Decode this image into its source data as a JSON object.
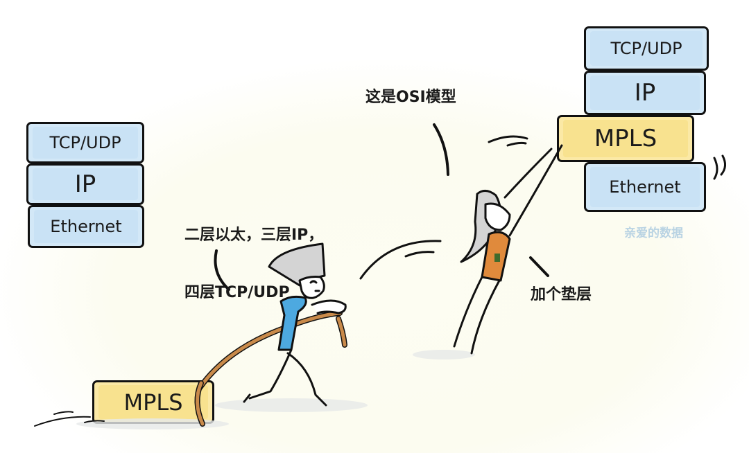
{
  "illustration": {
    "left_stack": {
      "layers": [
        {
          "label": "TCP/UDP",
          "color": "#c9e2f5"
        },
        {
          "label": "IP",
          "color": "#c9e2f5"
        },
        {
          "label": "Ethernet",
          "color": "#c9e2f5"
        }
      ]
    },
    "right_stack": {
      "layers": [
        {
          "label": "TCP/UDP",
          "color": "#c9e2f5"
        },
        {
          "label": "IP",
          "color": "#c9e2f5"
        },
        {
          "label": "MPLS",
          "color": "#f8e28f"
        },
        {
          "label": "Ethernet",
          "color": "#c9e2f5"
        }
      ]
    },
    "dragged_block": {
      "label": "MPLS",
      "color": "#f8e28f"
    },
    "captions": {
      "boy_line1": "二层以太，三层IP，",
      "boy_line2": "四层TCP/UDP",
      "osi": "这是OSI模型",
      "girl": "加个垫层"
    },
    "watermark": "亲爱的数据",
    "colors": {
      "ink": "#111111",
      "layer_blue": "#c9e2f5",
      "layer_yellow": "#f8e28f",
      "boy_scarf": "#4da9e0",
      "girl_shirt": "#e08a3c",
      "rope": "#c98a4a",
      "hair_grey": "#d4d4d4"
    }
  }
}
